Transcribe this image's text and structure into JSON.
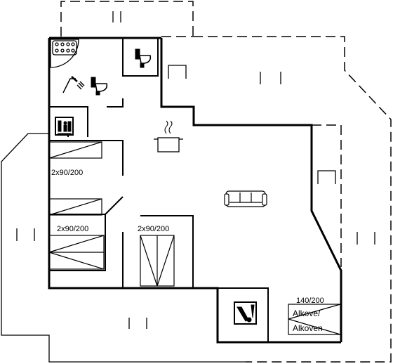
{
  "labels": {
    "bed_left": "2x90/200",
    "bed_bottom_left": "2x90/200",
    "bed_bottom_mid": "2x90/200",
    "alcove_size": "140/200",
    "alcove_word_1": "Alkove/",
    "alcove_word_2": "Alkoven"
  },
  "icons": [
    "jacuzzi-icon",
    "toilet-icon",
    "shower-icon",
    "sauna-icon",
    "cooking-pot-icon",
    "sofa-icon",
    "washing-machine-icon"
  ],
  "colors": {
    "line": "#000000",
    "background": "#ffffff"
  }
}
